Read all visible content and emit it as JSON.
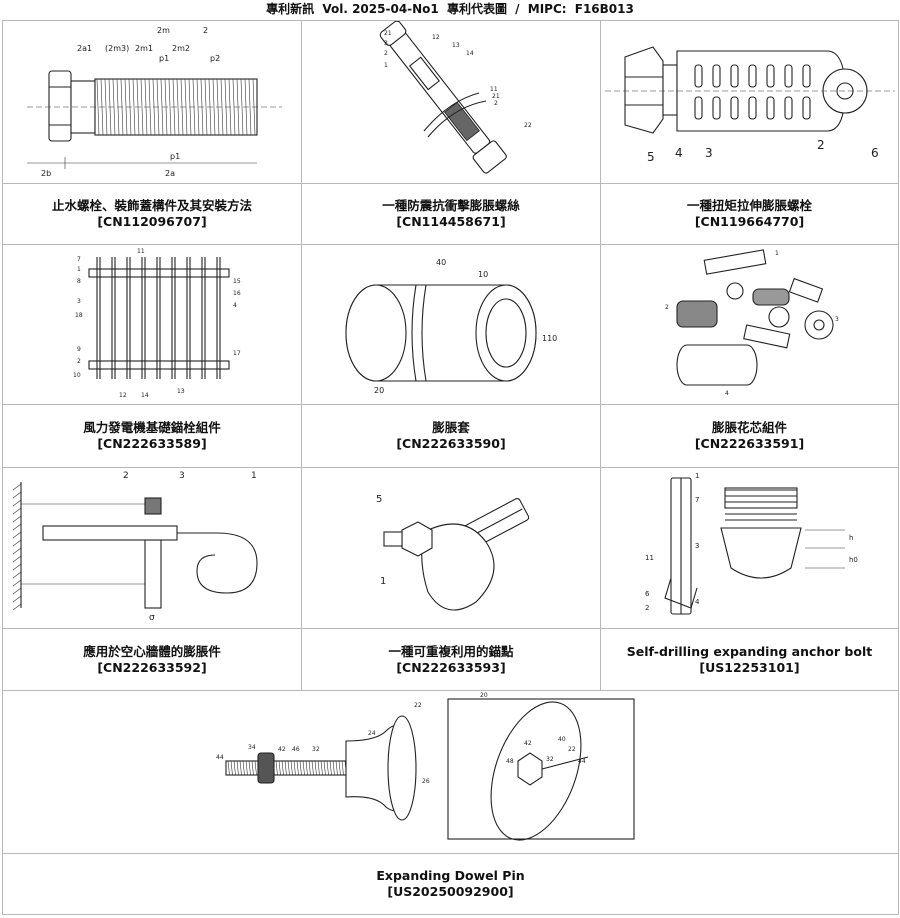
{
  "header": {
    "title": "專利新訊",
    "volume": "Vol. 2025-04-No1",
    "subtitle": "專利代表圖",
    "separator": "/",
    "mipc_label": "MIPC:",
    "mipc_code": "F16B013"
  },
  "patents": [
    {
      "title": "止水螺栓、裝飾蓋構件及其安裝方法",
      "number": "[CN112096707]",
      "labels": [
        "2a1",
        "(2m3)",
        "2m1",
        "2m",
        "2m2",
        "p1",
        "p2",
        "2",
        "p1",
        "2b",
        "2a"
      ]
    },
    {
      "title": "一種防震抗衝擊膨脹螺絲",
      "number": "[CN114458671]",
      "labels": [
        "21",
        "3",
        "2",
        "1",
        "12",
        "13",
        "14",
        "11",
        "21",
        "2",
        "22"
      ]
    },
    {
      "title": "一種扭矩拉伸膨脹螺栓",
      "number": "[CN119664770]",
      "labels": [
        "5",
        "4",
        "3",
        "2",
        "6"
      ]
    },
    {
      "title": "風力發電機基礎錨栓組件",
      "number": "[CN222633589]",
      "labels": [
        "11",
        "7",
        "1",
        "8",
        "15",
        "16",
        "4",
        "3",
        "18",
        "9",
        "2",
        "17",
        "10",
        "12",
        "14",
        "13"
      ]
    },
    {
      "title": "膨脹套",
      "number": "[CN222633590]",
      "labels": [
        "40",
        "10",
        "110",
        "20"
      ]
    },
    {
      "title": "膨脹花芯組件",
      "number": "[CN222633591]",
      "labels": [
        "1",
        "2",
        "3",
        "4"
      ]
    },
    {
      "title": "應用於空心牆體的膨脹件",
      "number": "[CN222633592]",
      "labels": [
        "2",
        "3",
        "1",
        "σ"
      ]
    },
    {
      "title": "一種可重複利用的錨點",
      "number": "[CN222633593]",
      "labels": [
        "5",
        "1"
      ]
    },
    {
      "title": "Self-drilling expanding anchor bolt",
      "number": "[US12253101]",
      "labels": [
        "1",
        "7",
        "3",
        "11",
        "6",
        "2",
        "4",
        "h",
        "h0"
      ]
    },
    {
      "title": "Expanding Dowel Pin",
      "number": "[US20250092900]",
      "labels": [
        "34",
        "42",
        "46",
        "32",
        "24",
        "22",
        "44",
        "26",
        "20",
        "40",
        "42",
        "48",
        "32",
        "22",
        "44"
      ]
    }
  ]
}
